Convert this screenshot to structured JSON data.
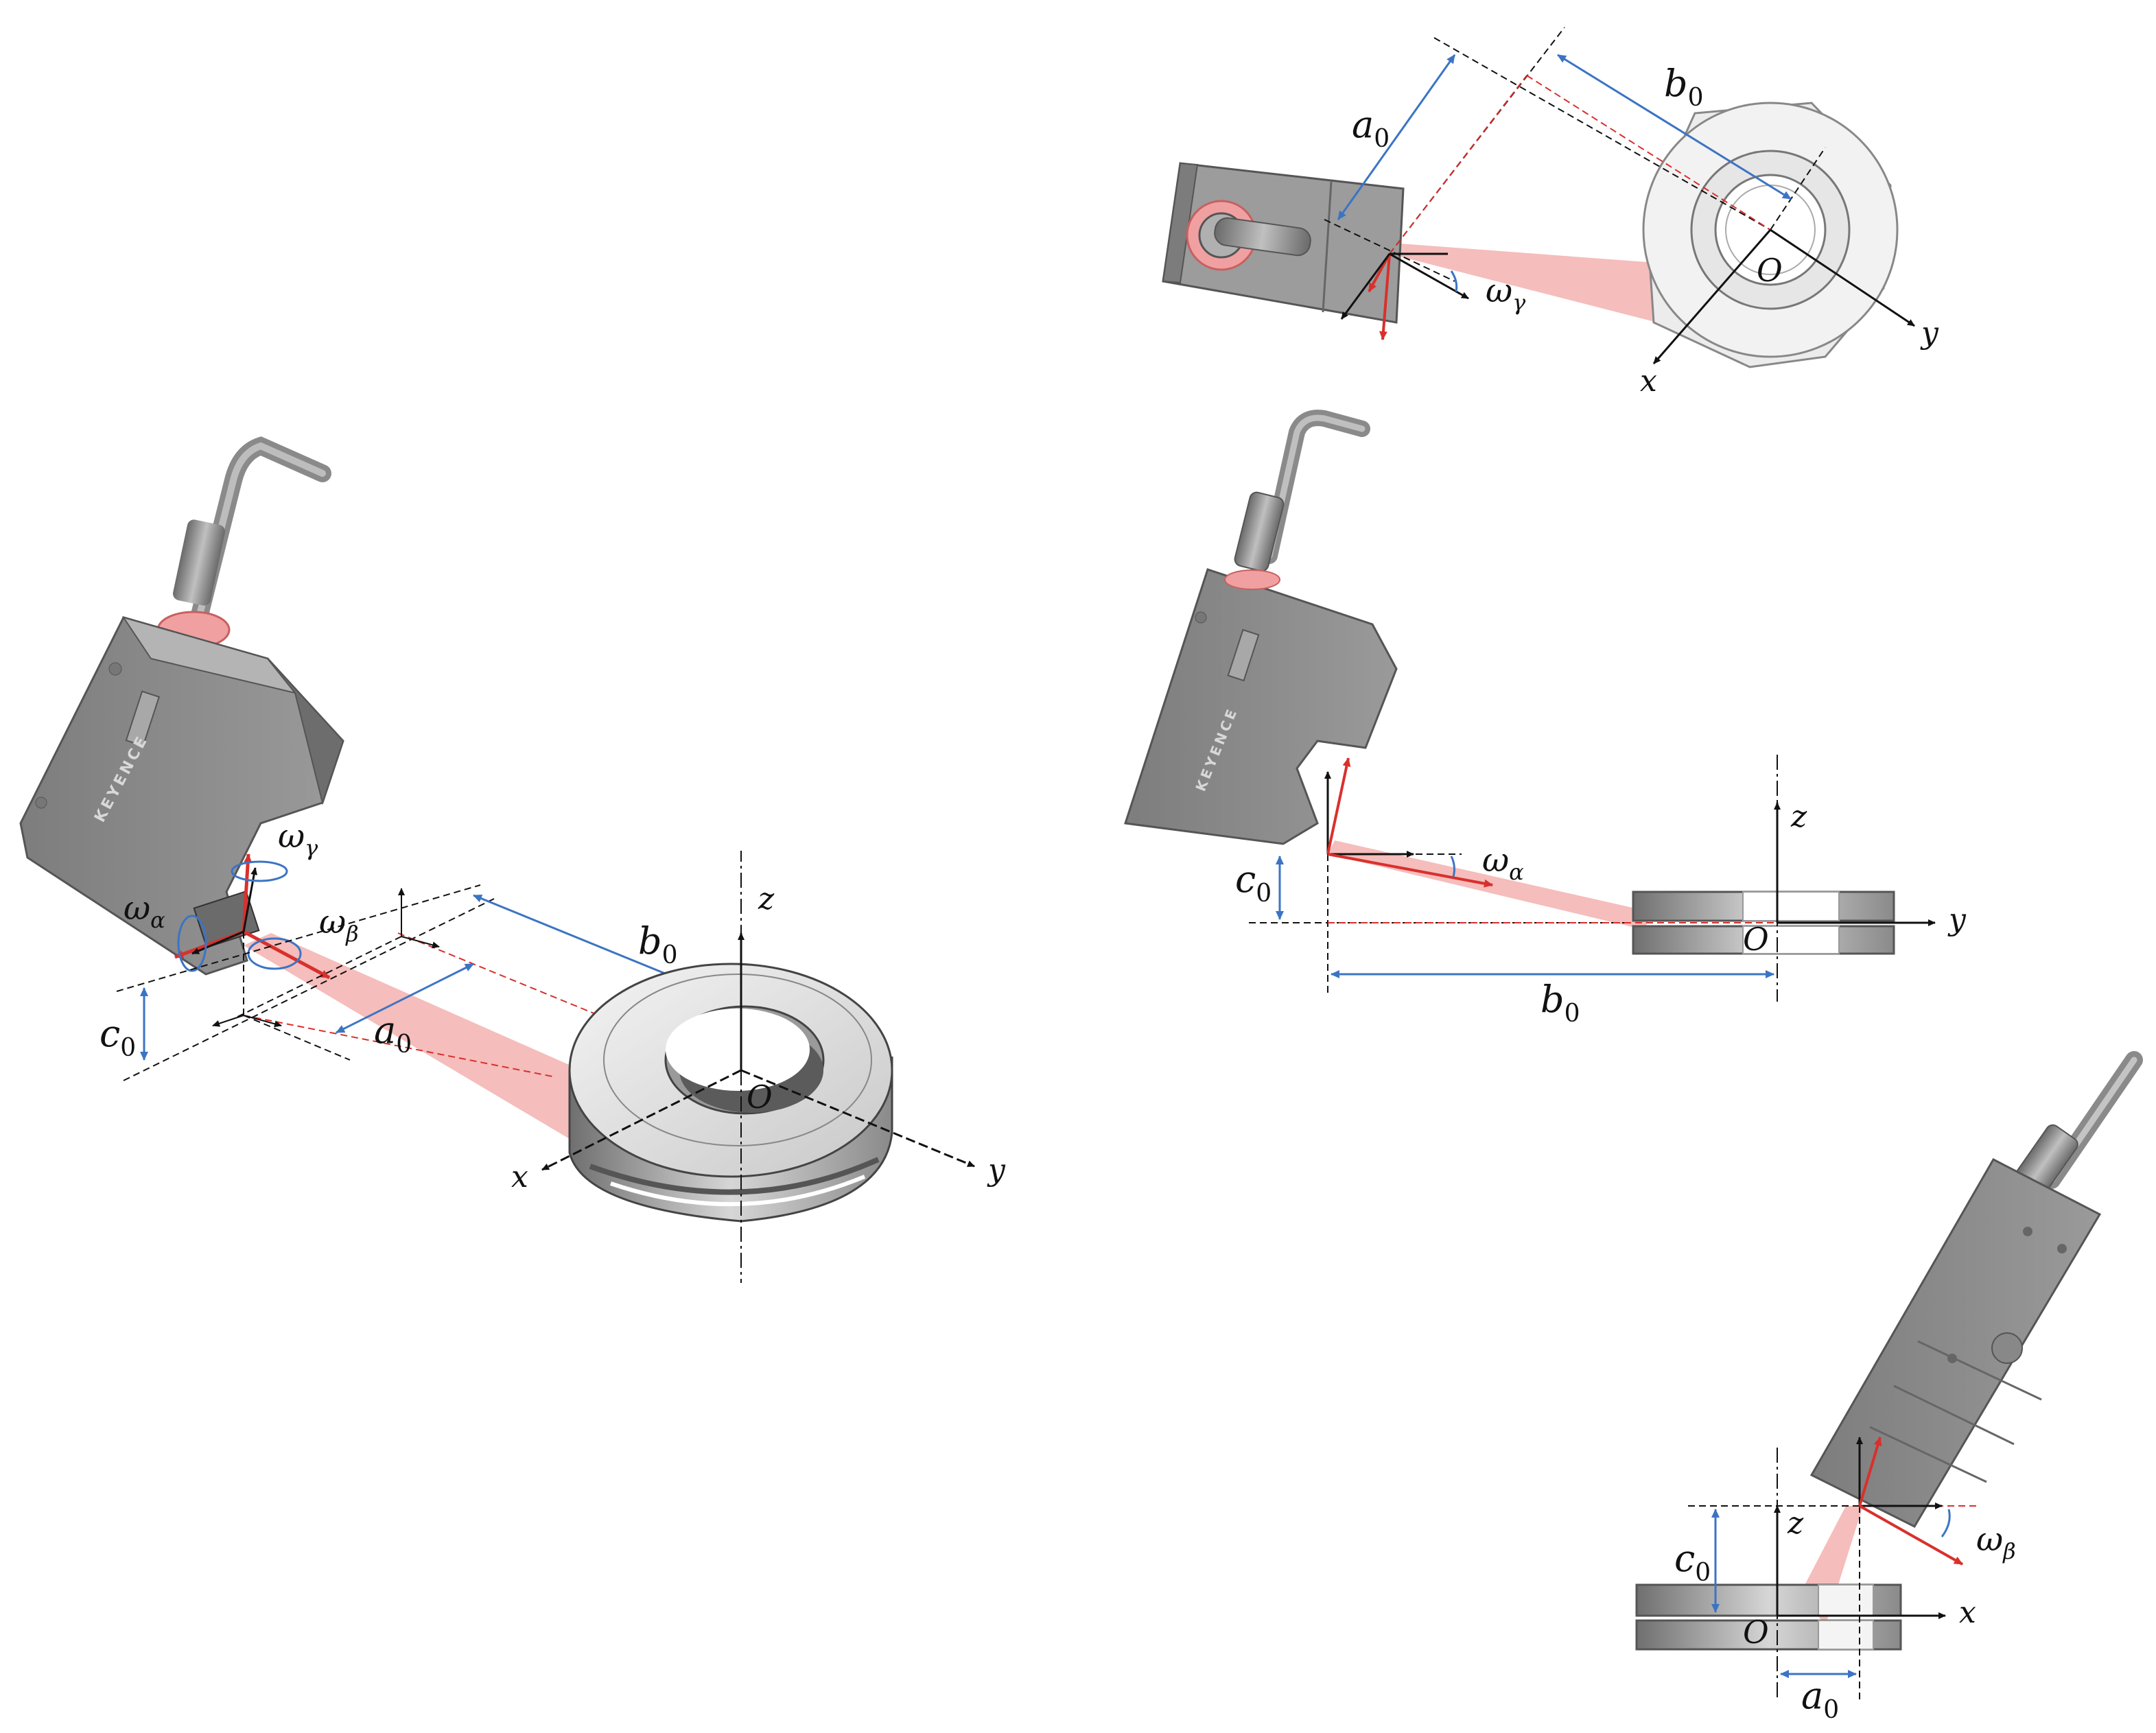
{
  "colors": {
    "laser": "#d9302c",
    "beam": "#f4b6b4",
    "dimension": "#3c74c4",
    "sensor_body": "#8c8c8c",
    "ring": "#d2d2d2"
  },
  "brand": "KEYENCE",
  "labels": {
    "origin": "O",
    "x": "x",
    "y": "y",
    "z": "z",
    "a": "a",
    "b": "b",
    "c": "c",
    "zero": "0",
    "omega": "ω",
    "alpha": "α",
    "beta": "β",
    "gamma": "γ"
  },
  "icons": [
    "laser-sensor-icon",
    "nut-ring-icon",
    "coordinate-axes-icon",
    "rotation-arrow-icon"
  ]
}
